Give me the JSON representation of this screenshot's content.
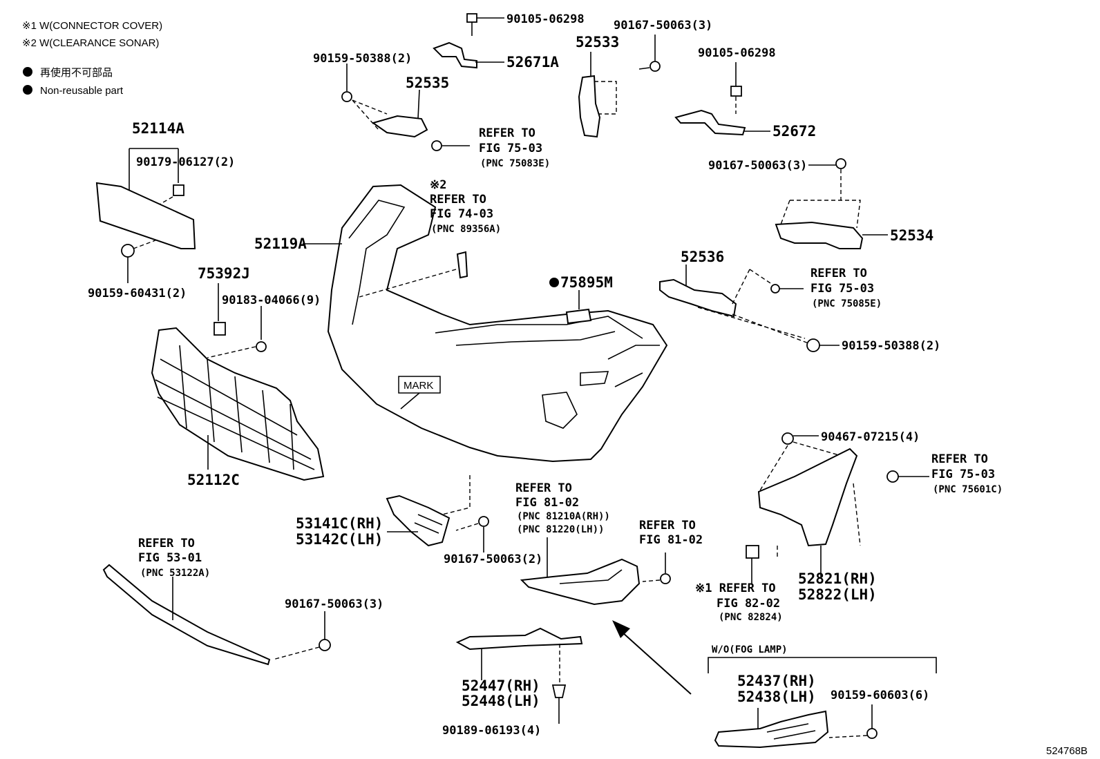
{
  "notes": {
    "note1": "※1 W(CONNECTOR COVER)",
    "note2": "※2 W(CLEARANCE SONAR)",
    "legend_jp": "再使用不可部品",
    "legend_en": "Non-reusable part"
  },
  "parts": {
    "p90105_top": "90105-06298",
    "p90167_top": "90167-50063(3)",
    "p52533": "52533",
    "p90159_50388_top": "90159-50388(2)",
    "p52671A": "52671A",
    "p52535": "52535",
    "p90105_right": "90105-06298",
    "p52672": "52672",
    "p52114A": "52114A",
    "p90179": "90179-06127(2)",
    "p90167_right": "90167-50063(3)",
    "p52534": "52534",
    "p52119A": "52119A",
    "p90159_60431": "90159-60431(2)",
    "p75392J": "75392J",
    "p90183": "90183-04066(9)",
    "p52536": "52536",
    "p75895M": "75895M",
    "p90159_50388_right": "90159-50388(2)",
    "p52112C": "52112C",
    "p90467": "90467-07215(4)",
    "p53141C": "53141C(RH)",
    "p53142C": "53142C(LH)",
    "p90167_mid": "90167-50063(2)",
    "p52821": "52821(RH)",
    "p52822": "52822(LH)",
    "p90167_lower": "90167-50063(3)",
    "p52447": "52447(RH)",
    "p52448": "52448(LH)",
    "p90189": "90189-06193(4)",
    "p52437": "52437(RH)",
    "p52438": "52438(LH)",
    "p90159_60603": "90159-60603(6)"
  },
  "refs": {
    "r1": [
      "REFER TO",
      "FIG 75-03",
      "(PNC 75083E)"
    ],
    "r2": [
      "※2",
      "REFER TO",
      "FIG 74-03",
      "(PNC 89356A)"
    ],
    "r3": [
      "REFER TO",
      "FIG 75-03",
      "(PNC 75085E)"
    ],
    "r4": [
      "REFER TO",
      "FIG 75-03",
      "(PNC 75601C)"
    ],
    "r5": [
      "REFER TO",
      "FIG 81-02",
      "(PNC 81210A(RH))",
      "(PNC 81220(LH))"
    ],
    "r6": [
      "REFER TO",
      "FIG 81-02"
    ],
    "r7": [
      "REFER TO",
      "FIG 53-01",
      "(PNC 53122A)"
    ],
    "r8": [
      "※1 REFER TO",
      "FIG 82-02",
      "(PNC 82824)"
    ]
  },
  "mark_label": "MARK",
  "fog_label": "W/O(FOG LAMP)",
  "diagram_id": "524768B"
}
